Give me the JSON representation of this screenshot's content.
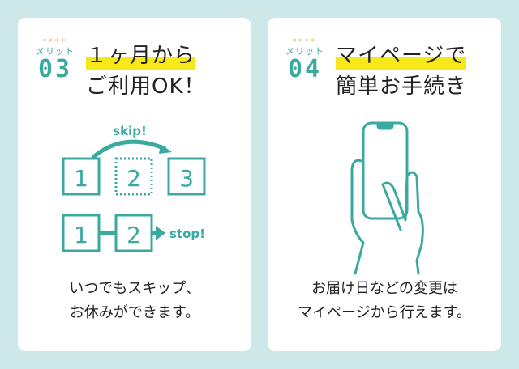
{
  "accent": "#3aa9a0",
  "cards": [
    {
      "stars": "****",
      "merit_label": "メリット",
      "number": "03",
      "title_line1": "１ヶ月から",
      "title_line2": "ご利用OK！",
      "diagram": {
        "skip_label": "skip!",
        "stop_label": "stop!",
        "row1": [
          "1",
          "2",
          "3"
        ],
        "row2": [
          "1",
          "2"
        ]
      },
      "desc_line1": "いつでもスキップ、",
      "desc_line2": "お休みができます。"
    },
    {
      "stars": "****",
      "merit_label": "メリット",
      "number": "04",
      "title_line1": "マイページで",
      "title_line2": "簡単お手続き",
      "desc_line1": "お届け日などの変更は",
      "desc_line2": "マイページから行えます。"
    }
  ]
}
